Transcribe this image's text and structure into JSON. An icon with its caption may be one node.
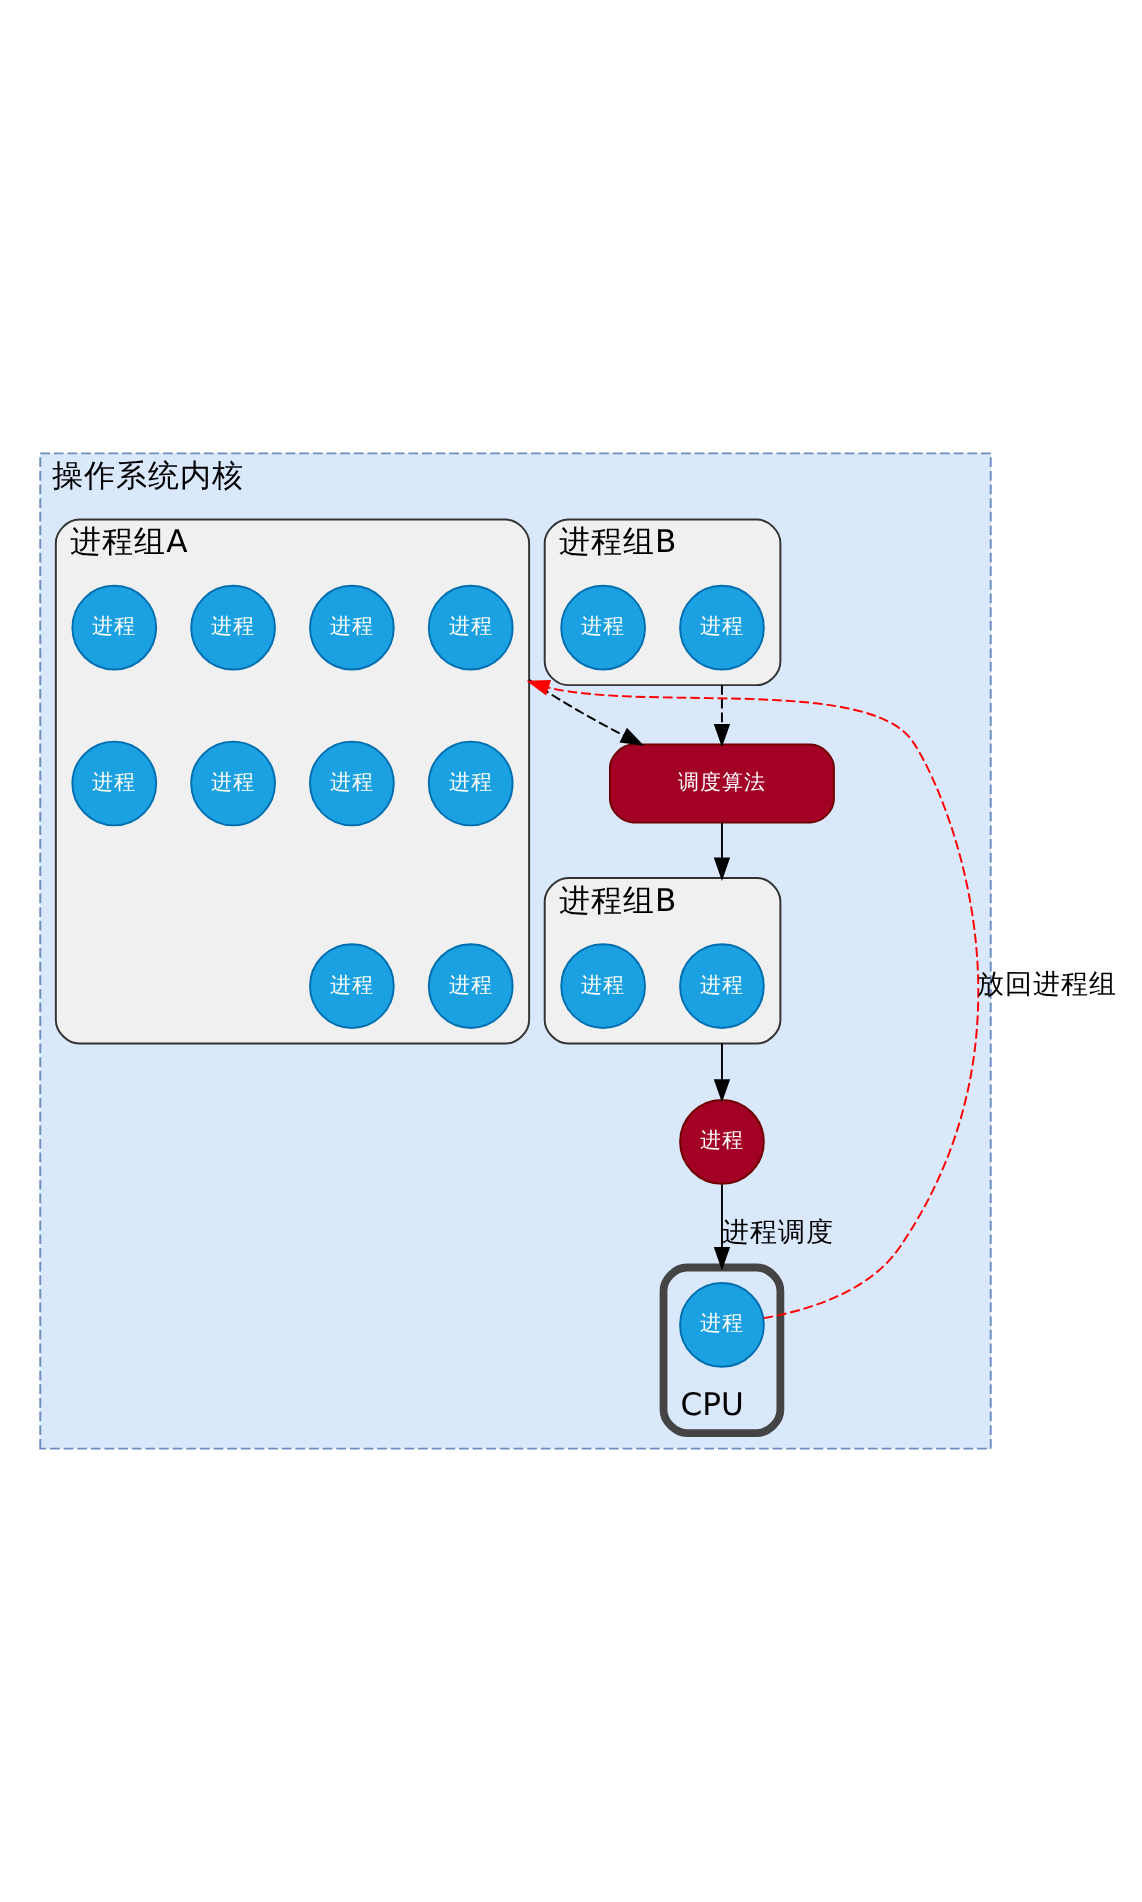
{
  "diagram": {
    "nodes": [
      {
        "text": [
          "操作系统内核"
        ]
      },
      {
        "text": [
          "进程组A"
        ],
        "in": 0
      },
      {
        "text": [
          "进程"
        ],
        "in": 1
      },
      {
        "text": [
          "进程"
        ],
        "in": 1
      },
      {
        "text": [
          "进程"
        ],
        "in": 1
      },
      {
        "text": [
          "进程"
        ],
        "in": 1
      },
      {
        "text": [
          "进程"
        ],
        "in": 1
      },
      {
        "text": [
          "进程"
        ],
        "in": 1
      },
      {
        "text": [
          "进程"
        ],
        "in": 1
      },
      {
        "text": [
          "进程"
        ],
        "in": 1
      },
      {
        "text": [
          "进程"
        ],
        "in": 1
      },
      {
        "text": [
          "进程"
        ],
        "in": 1
      },
      {
        "text": [
          "进程组B"
        ],
        "in": 0
      },
      {
        "text": [
          "进程"
        ],
        "in": 12
      },
      {
        "text": [
          "进程"
        ],
        "in": 12
      },
      {
        "text": [
          "调度算法"
        ],
        "in": 0
      },
      {
        "text": [
          "进程组B"
        ],
        "in": 0
      },
      {
        "text": [
          "进程"
        ],
        "in": 16
      },
      {
        "text": [
          "进程"
        ],
        "in": 16
      },
      {
        "text": [
          "进程"
        ],
        "in": 0
      },
      {
        "text": [
          "CPU"
        ],
        "in": 0
      },
      {
        "text": [
          "进程"
        ],
        "in": 20
      }
    ],
    "edges": [
      {
        "from": 1,
        "to": 15,
        "arrow": "to",
        "style": "dashed"
      },
      {
        "from": 12,
        "to": 15,
        "arrow": "to",
        "style": "dashed"
      },
      {
        "from": 15,
        "to": 16,
        "arrow": "to"
      },
      {
        "from": 16,
        "to": 19,
        "arrow": "to"
      },
      {
        "from": 19,
        "to": 20,
        "arrow": "to",
        "label": "进程调度"
      },
      {
        "from": 21,
        "to": 1,
        "arrow": "to",
        "style": "dashed",
        "color": "#ff0000",
        "label": "放回进程组"
      }
    ]
  }
}
